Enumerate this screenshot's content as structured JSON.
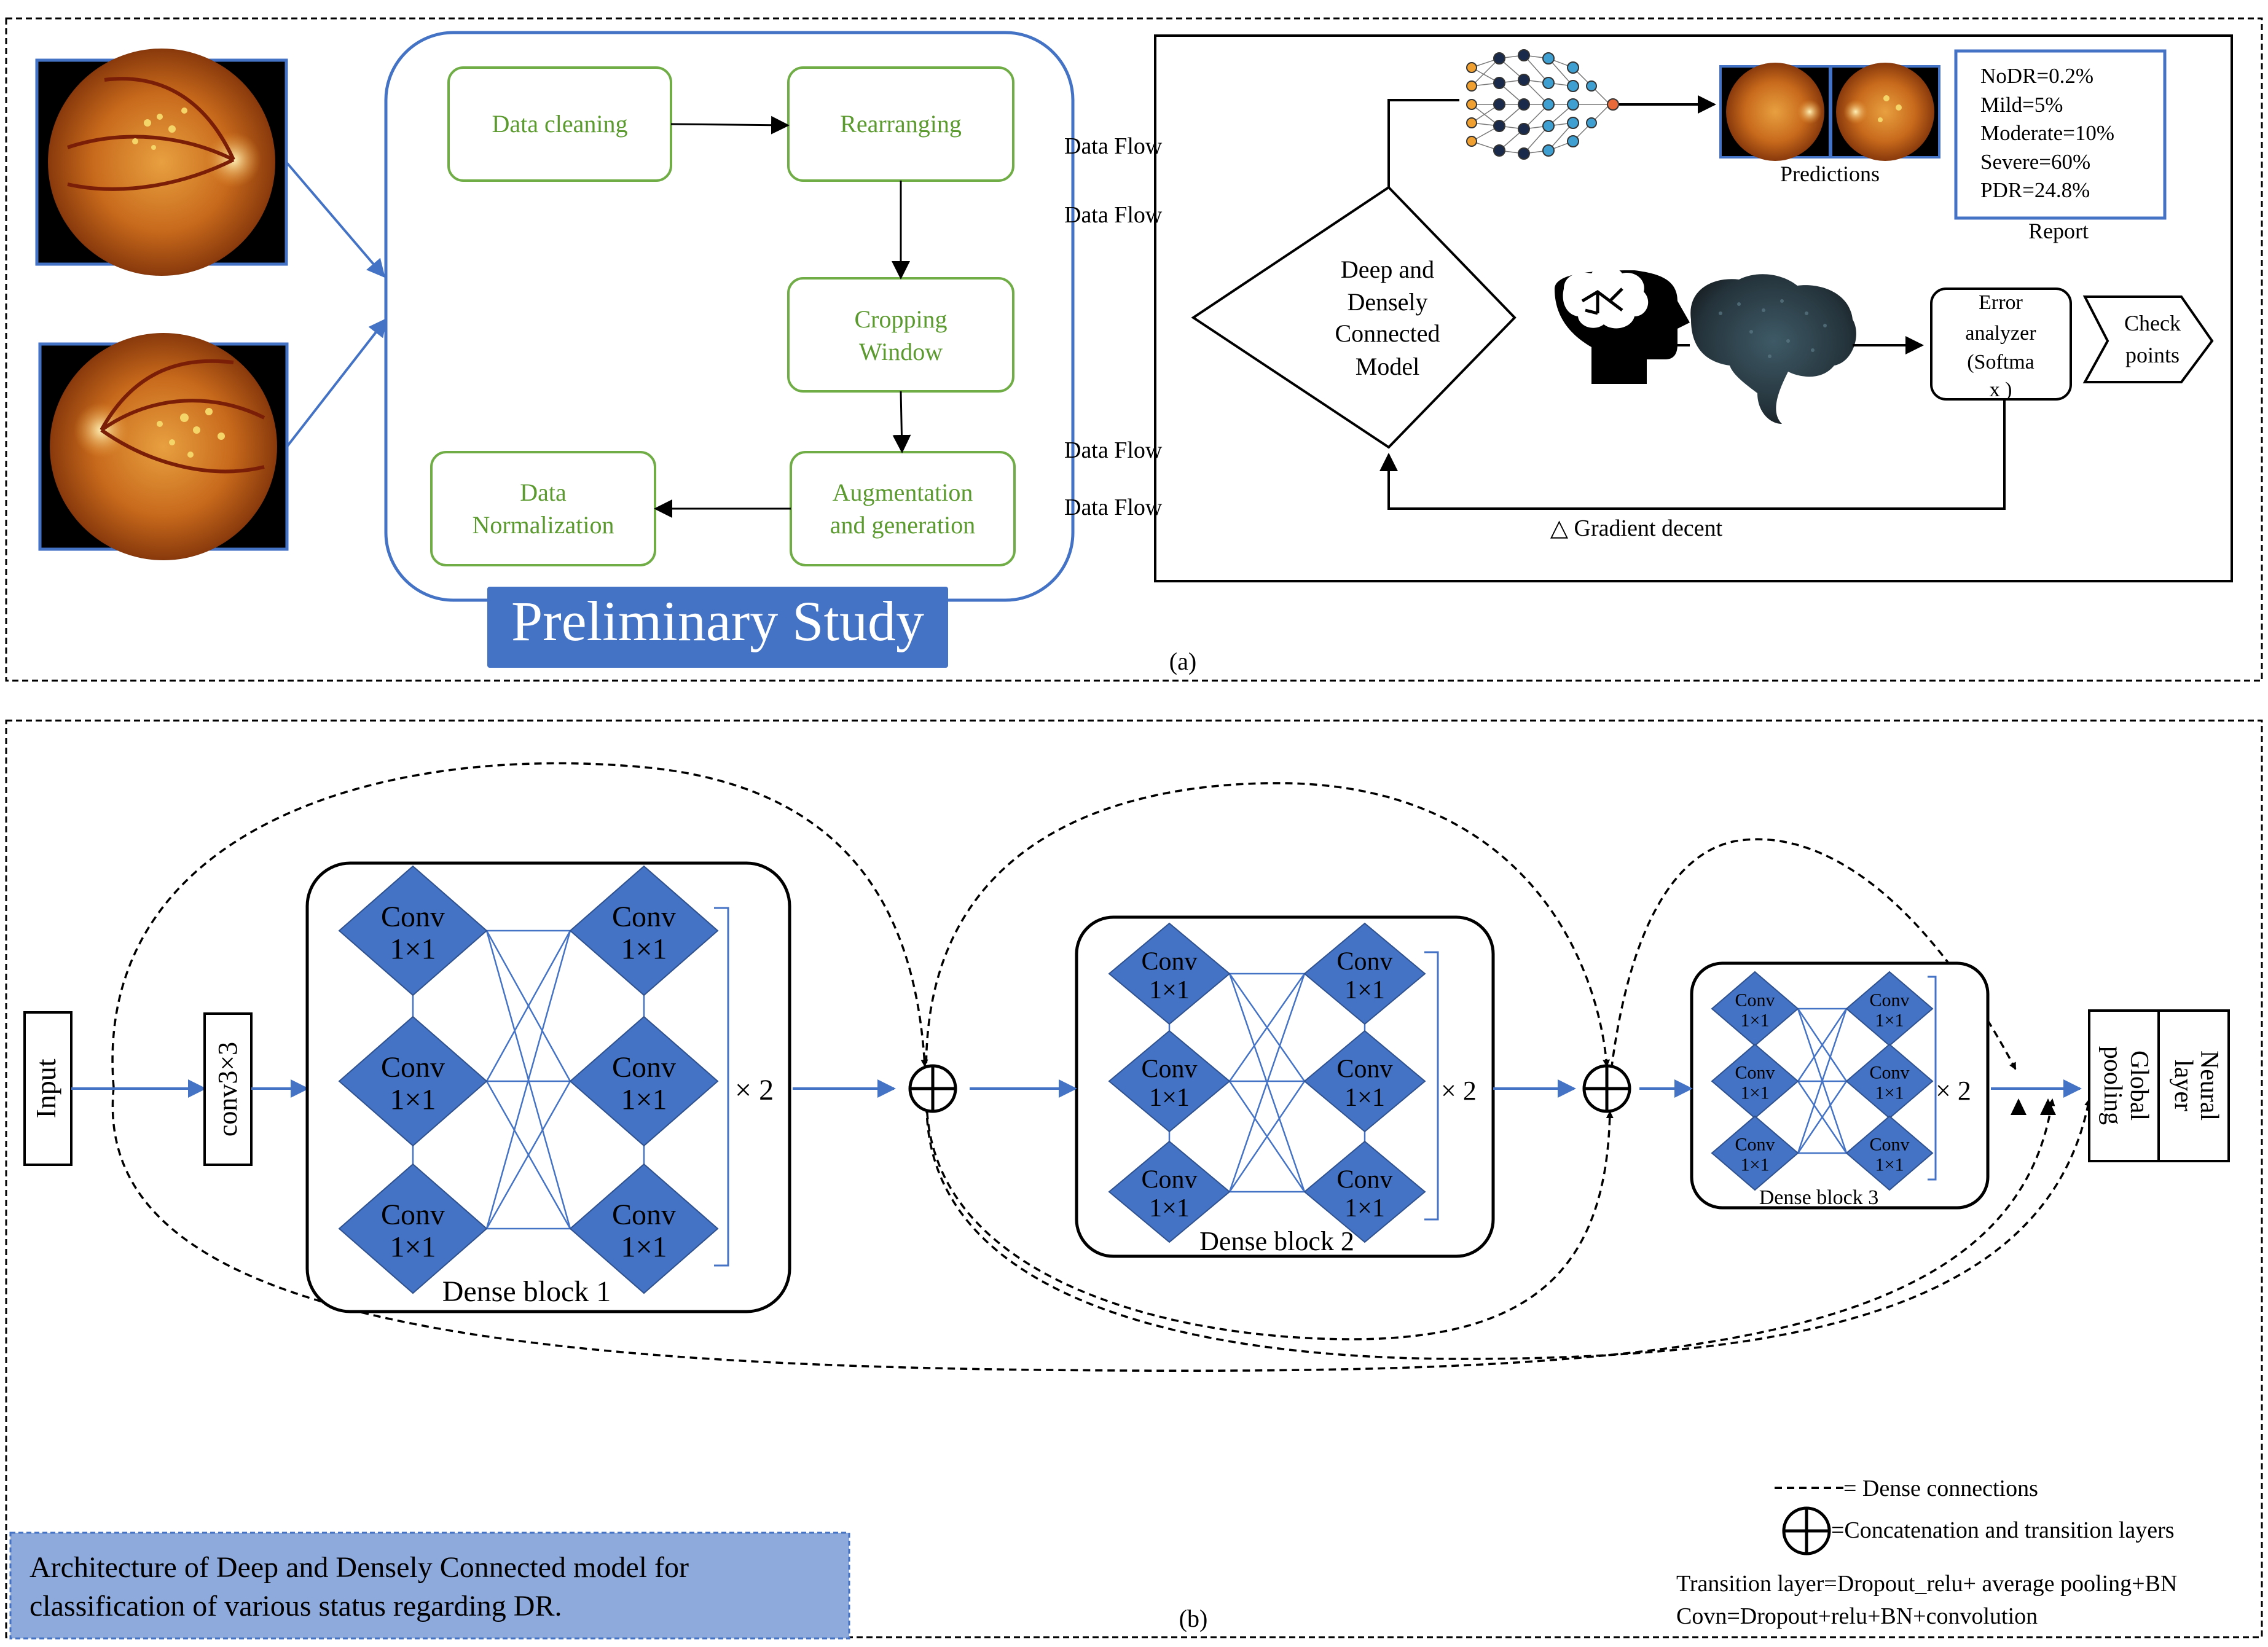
{
  "panel_a": {
    "caption": "(a)",
    "preliminary": {
      "title": "Preliminary Study",
      "steps": {
        "data_cleaning": "Data cleaning",
        "rearranging": "Rearranging",
        "cropping": [
          "Cropping",
          "Window"
        ],
        "augmentation": [
          "Augmentation",
          "and generation"
        ],
        "normalization": [
          "Data",
          "Normalization"
        ]
      },
      "flow_labels": [
        "Data Flow",
        "Data Flow",
        "Data Flow",
        "Data Flow"
      ]
    },
    "model": {
      "diamond": [
        "Deep and",
        "Densely",
        "Connected",
        "Model"
      ],
      "predictions_label": "Predictions",
      "report": {
        "lines": [
          "NoDR=0.2%",
          "Mild=5%",
          "Moderate=10%",
          "Severe=60%",
          "PDR=24.8%"
        ],
        "label": "Report"
      },
      "error_analyzer": [
        "Error",
        "analyzer",
        "(Softma",
        "x )"
      ],
      "checkpoints": [
        "Check",
        "points"
      ],
      "gradient": "△ Gradient decent"
    },
    "icons": [
      "fundus-image-icon",
      "neural-network-icon",
      "brain-head-icon",
      "brain-scan-icon"
    ]
  },
  "panel_b": {
    "caption": "(b)",
    "input": "Input",
    "conv3": "conv3×3",
    "conv_label": [
      "Conv",
      "1×1"
    ],
    "dense_blocks": [
      "Dense block 1",
      "Dense block 2",
      "Dense block 3"
    ],
    "repeat": "× 2",
    "output": {
      "global_pooling": [
        "Global",
        "pooling"
      ],
      "neural_layer": [
        "Neural",
        "layer"
      ]
    },
    "legend": {
      "dense": "= Dense connections",
      "concat": "=Concatenation and transition layers",
      "transition": "Transition layer=Dropout_relu+ average pooling+BN",
      "covn": "Covn=Dropout+relu+BN+convolution"
    },
    "description": [
      "Architecture of Deep and Densely Connected model for",
      "classification of various status regarding DR."
    ]
  },
  "colors": {
    "blue": "#4472C4",
    "green": "#70AD47",
    "green_text": "#5B9A2F",
    "banner": "#4472C4",
    "diamond_fill": "#4472C4",
    "description_fill": "#8EA9DB"
  }
}
